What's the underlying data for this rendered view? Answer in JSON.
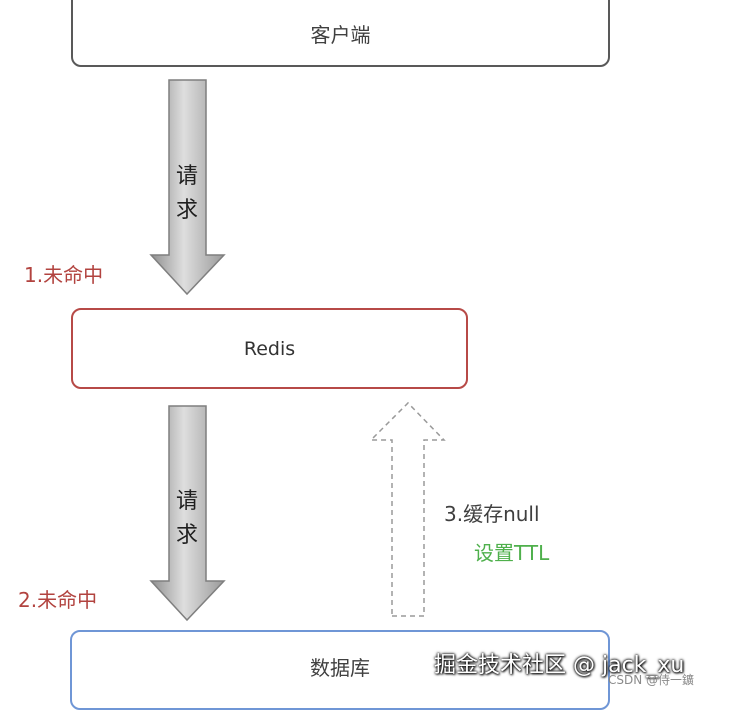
{
  "nodes": {
    "client": "客户端",
    "redis": "Redis",
    "database": "数据库"
  },
  "edges": {
    "request_1": "请求",
    "request_2": "请求",
    "miss_1": "1.未命中",
    "miss_2": "2.未命中",
    "cache_null": "3.缓存null",
    "set_ttl": "设置TTL"
  },
  "colors": {
    "miss_text": "#b2433f",
    "ttl_text": "#4fb04c",
    "redis_border": "#b74a47",
    "db_border": "#6f96d6",
    "client_border": "#595959"
  },
  "watermark": {
    "main": "掘金技术社区 @ jack_xu",
    "csdn": "CSDN @侍一鑛"
  }
}
